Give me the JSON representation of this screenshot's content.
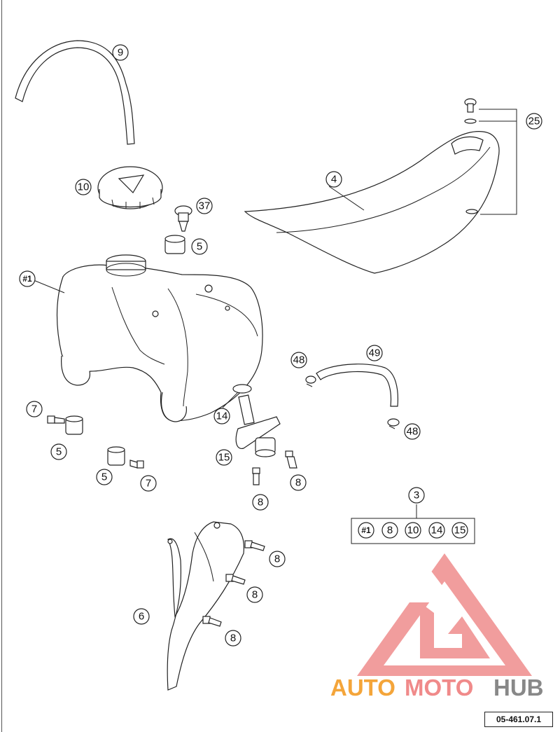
{
  "callouts": {
    "c9": "9",
    "c10": "10",
    "c37": "37",
    "c5a": "5",
    "c25": "25",
    "c4": "4",
    "c1": "#1",
    "c48a": "48",
    "c49": "49",
    "c14": "14",
    "c7a": "7",
    "c5b": "5",
    "c15": "15",
    "c48b": "48",
    "c8a": "8",
    "c5c": "5",
    "c7b": "7",
    "c8b": "8",
    "c3": "3",
    "c8c": "8",
    "c8d": "8",
    "c6": "6",
    "c8e": "8"
  },
  "kit_items": [
    "#1",
    "8",
    "10",
    "14",
    "15"
  ],
  "watermark": {
    "part1": "AUTO",
    "part2": "MOTO",
    "part3": "HUB",
    "color_orange": "#f4a53a",
    "color_red": "#f08a8a",
    "color_gray": "#888888"
  },
  "ref_code": "05-461.07.1"
}
